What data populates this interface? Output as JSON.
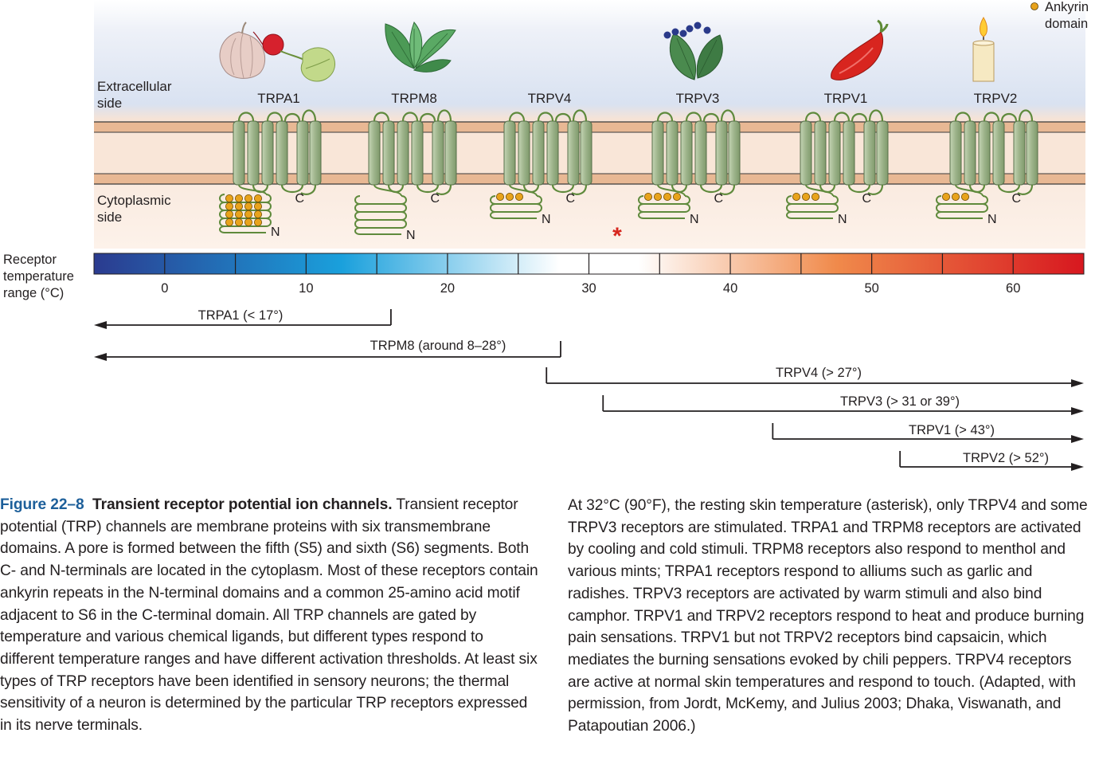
{
  "diagram": {
    "legend": {
      "ankyrin_label_line1": "Ankyrin",
      "ankyrin_label_line2": "domain",
      "ankyrin_color": "#e8a31c"
    },
    "membrane": {
      "extracellular_line1": "Extracellular",
      "extracellular_line2": "side",
      "cytoplasmic_line1": "Cytoplasmic",
      "cytoplasmic_line2": "side",
      "helix_color": "#9db38a",
      "loop_color": "#5f8a3c"
    },
    "channels": [
      {
        "name": "TRPA1",
        "stimulus_icon": "garlic-radish-icon",
        "ankyrin_count": 16,
        "c_label": "C",
        "n_label": "N"
      },
      {
        "name": "TRPM8",
        "stimulus_icon": "mint-leaves-icon",
        "ankyrin_count": 0,
        "c_label": "C",
        "n_label": "N"
      },
      {
        "name": "TRPV4",
        "stimulus_icon": "",
        "ankyrin_count": 3,
        "c_label": "C",
        "n_label": "N"
      },
      {
        "name": "TRPV3",
        "stimulus_icon": "camphor-berries-icon",
        "ankyrin_count": 4,
        "c_label": "C",
        "n_label": "N"
      },
      {
        "name": "TRPV1",
        "stimulus_icon": "chili-pepper-icon",
        "ankyrin_count": 3,
        "c_label": "C",
        "n_label": "N"
      },
      {
        "name": "TRPV2",
        "stimulus_icon": "candle-icon",
        "ankyrin_count": 3,
        "c_label": "C",
        "n_label": "N"
      }
    ],
    "asterisk": {
      "symbol": "*",
      "temperature": 32,
      "color": "#d7261e"
    },
    "scale": {
      "label_line1": "Receptor",
      "label_line2": "temperature",
      "label_line3": "range (°C)",
      "min": -5,
      "max": 65,
      "tick_step": 5,
      "tick_labels": [
        "0",
        "10",
        "20",
        "30",
        "40",
        "50",
        "60"
      ],
      "tick_values": [
        0,
        10,
        20,
        30,
        40,
        50,
        60
      ],
      "gradient_colors": [
        "#2b3b8f",
        "#1aa0dc",
        "#ffffff",
        "#ffffff",
        "#f08a4b",
        "#d7171f"
      ]
    },
    "ranges": [
      {
        "label": "TRPA1 (< 17°)",
        "threshold": 16,
        "direction": "cold"
      },
      {
        "label": "TRPM8 (around 8–28°)",
        "threshold": 28,
        "direction": "cold"
      },
      {
        "label": "TRPV4 (> 27°)",
        "threshold": 27,
        "direction": "warm"
      },
      {
        "label": "TRPV3 (> 31 or 39°)",
        "threshold": 31,
        "direction": "warm"
      },
      {
        "label": "TRPV1 (> 43°)",
        "threshold": 43,
        "direction": "warm"
      },
      {
        "label": "TRPV2 (> 52°)",
        "threshold": 52,
        "direction": "warm"
      }
    ]
  },
  "caption": {
    "figure_label": "Figure 22–8",
    "title": "Transient receptor potential ion channels.",
    "body_left": "Transient receptor potential (TRP) channels are membrane proteins with six transmembrane domains. A pore is formed between the fifth (S5) and sixth (S6) segments. Both C- and N-terminals are located in the cytoplasm. Most of these receptors contain ankyrin repeats in the N-terminal domains and a common 25-amino acid motif adjacent to S6 in the C-terminal domain. All TRP channels are gated by temperature and various chemical ligands, but different types respond to different temperature ranges and have different activation thresholds. At least six types of TRP receptors have been identified in sensory neurons; the thermal sensitivity of a neuron is determined by the particular TRP receptors expressed in its nerve terminals.",
    "body_right": "At 32°C (90°F), the resting skin temperature (asterisk), only TRPV4 and some TRPV3 receptors are stimulated. TRPA1 and TRPM8 receptors are activated by cooling and cold stimuli. TRPM8 receptors also respond to menthol and various mints; TRPA1 receptors respond to alliums such as garlic and radishes. TRPV3 receptors are activated by warm stimuli and also bind camphor. TRPV1 and TRPV2 receptors respond to heat and produce burning pain sensations. TRPV1 but not TRPV2 receptors bind capsaicin, which mediates the burning sensations evoked by chili peppers. TRPV4 receptors are active at normal skin temperatures and respond to touch. (Adapted, with permission, from Jordt, McKemy, and Julius 2003; Dhaka, Viswanath, and Patapoutian 2006.)"
  }
}
